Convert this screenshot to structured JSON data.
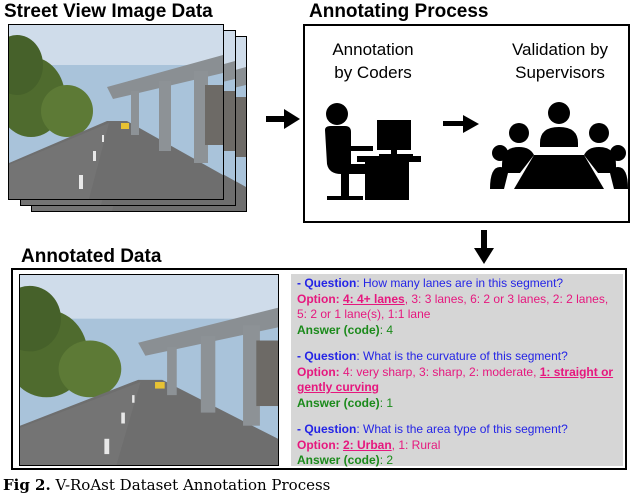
{
  "headings": {
    "street_view": "Street View Image Data",
    "annotating": "Annotating Process",
    "annotated": "Annotated Data"
  },
  "process": {
    "coders_label": "Annotation\nby Coders",
    "supervisors_label": "Validation by\nSupervisors"
  },
  "qa": [
    {
      "question_lead": "- Question",
      "question": ": How many lanes are in this segment?",
      "option_lead": "Option: ",
      "option_selected": "4: 4+ lanes",
      "option_rest": ", 3: 3 lanes,   6: 2 or 3 lanes, 2: 2 lanes, 5: 2 or 1 lane(s), 1:1 lane",
      "answer_lead": "Answer (code)",
      "answer": ": 4"
    },
    {
      "question_lead": "- Question",
      "question": ": What is the curvature of this segment?",
      "option_lead": "Option: ",
      "option_pre": "4: very sharp, 3: sharp,   2: moderate, ",
      "option_selected": "1: straight or   gently curving",
      "answer_lead": "Answer (code)",
      "answer": ": 1"
    },
    {
      "question_lead": "- Question",
      "question": ": What is the area type of this segment?",
      "option_lead": "Option: ",
      "option_selected": "2: Urban",
      "option_rest": ", 1: Rural",
      "answer_lead": "Answer (code)",
      "answer": ": 2"
    }
  ],
  "caption": {
    "fig": "Fig 2.",
    "text": " V-RoAst Dataset Annotation Process"
  },
  "colors": {
    "question": "#2424e6",
    "option": "#e6177e",
    "answer": "#1b8a1b",
    "panel": "#d6d6d6"
  }
}
